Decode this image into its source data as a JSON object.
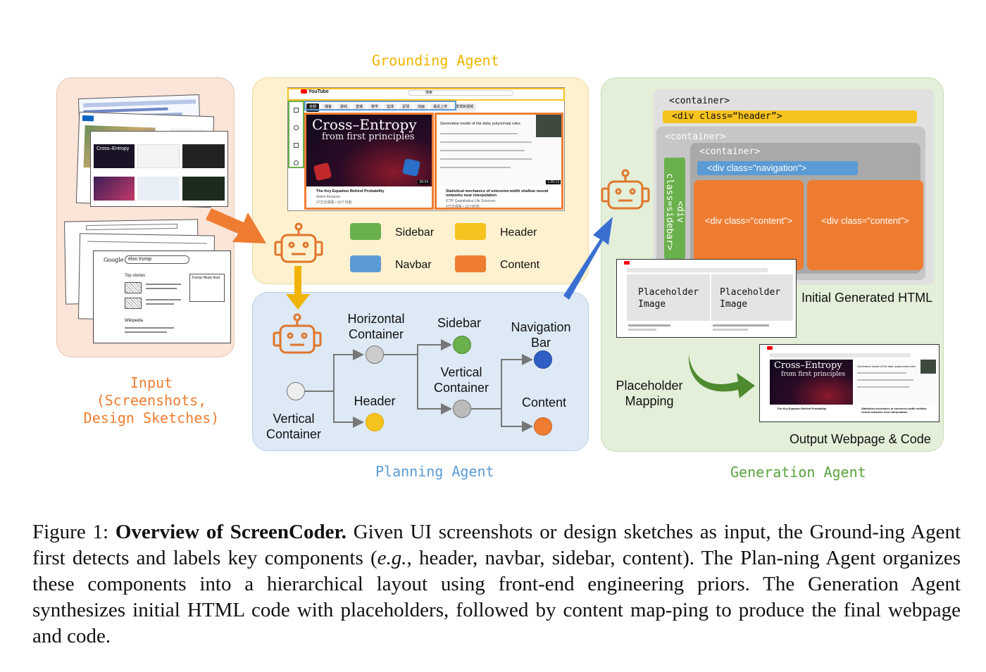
{
  "agents": {
    "grounding": {
      "title": "Grounding Agent"
    },
    "planning": {
      "title": "Planning Agent"
    },
    "generation": {
      "title": "Generation Agent"
    }
  },
  "input": {
    "label_line1": "Input",
    "label_line2": "(Screenshots,",
    "label_line3": "Design Sketches)"
  },
  "legend": [
    {
      "label": "Sidebar",
      "color": "#6ab04c"
    },
    {
      "label": "Header",
      "color": "#f7c31f"
    },
    {
      "label": "Navbar",
      "color": "#5b9bd5"
    },
    {
      "label": "Content",
      "color": "#ef7d31"
    }
  ],
  "planning_tree": {
    "root": "Vertical\nContainer",
    "horizontal": "Horizontal\nContainer",
    "header": "Header",
    "sidebar": "Sidebar",
    "vertical": "Vertical\nContainer",
    "navigation": "Navigation\nBar",
    "content": "Content"
  },
  "youtube": {
    "logo": "YouTube",
    "search": "搜索",
    "chips": [
      "全部",
      "播客",
      "游戏",
      "直播",
      "数学",
      "篮球",
      "足球",
      "动画",
      "最近上传",
      "发现新视频"
    ],
    "video1": {
      "title_big": "Cross–Entropy",
      "subtitle": "from first principles",
      "duration": "26:24",
      "caption": "The Key Equation Behind Probability",
      "channel": "Artem Kirsanov",
      "meta": "27万次观看 • 10个月前"
    },
    "video2": {
      "title": "Generative model of the data: polynomial rules",
      "caption": "Statistical mechanics of extensive-width shallow neural networks near interpolation",
      "channel": "ICTP Quantitative Life Sciences",
      "meta": "4万次观看 • 22小时前",
      "duration": "1:00:14"
    }
  },
  "code": {
    "container_outer": "<container>",
    "header_div": "<div class=“header”>",
    "container_mid": "<container>",
    "sidebar_div": "<div class=sidebar>",
    "container_inner": "<container>",
    "navigation_div": "<div class=\"navigation\">",
    "content_div_1": "<div class=\"content\">",
    "content_div_2": "<div class=\"content\">"
  },
  "generation": {
    "placeholder_1": "Placeholder\nImage",
    "placeholder_2": "Placeholder\nImage",
    "initial_label": "Initial Generated HTML",
    "mapping_label": "Placeholder\nMapping",
    "output_label": "Output Webpage & Code"
  },
  "sketch": {
    "search_text": "elon trump",
    "logo": "Google",
    "top_stories": "Top stories",
    "wikipedia": "Wikipedia",
    "panel_title": "Trump–Musk feud"
  },
  "caption": {
    "prefix": "Figure 1: ",
    "bold": "Overview of ScreenCoder.",
    "part1": " Given UI screenshots or design sketches as input, the Ground-ing Agent first detects and labels key components (",
    "italic": "e.g.",
    "part2": ", header, navbar, sidebar, content). The Plan-ning Agent organizes these components into a hierarchical layout using front-end engineering priors. The Generation Agent synthesizes initial HTML code with placeholders, followed by content map-ping to produce the final webpage and code."
  },
  "colors": {
    "grounding_bg": "#fdf1cf",
    "planning_bg": "#dde9f5",
    "generation_bg": "#e3efd9",
    "input_bg": "#fbe4d8",
    "orange": "#ef7d31",
    "green": "#6ab04c",
    "blue": "#5b9bd5",
    "yellow": "#f7c31f",
    "robot": "#e0762b"
  }
}
